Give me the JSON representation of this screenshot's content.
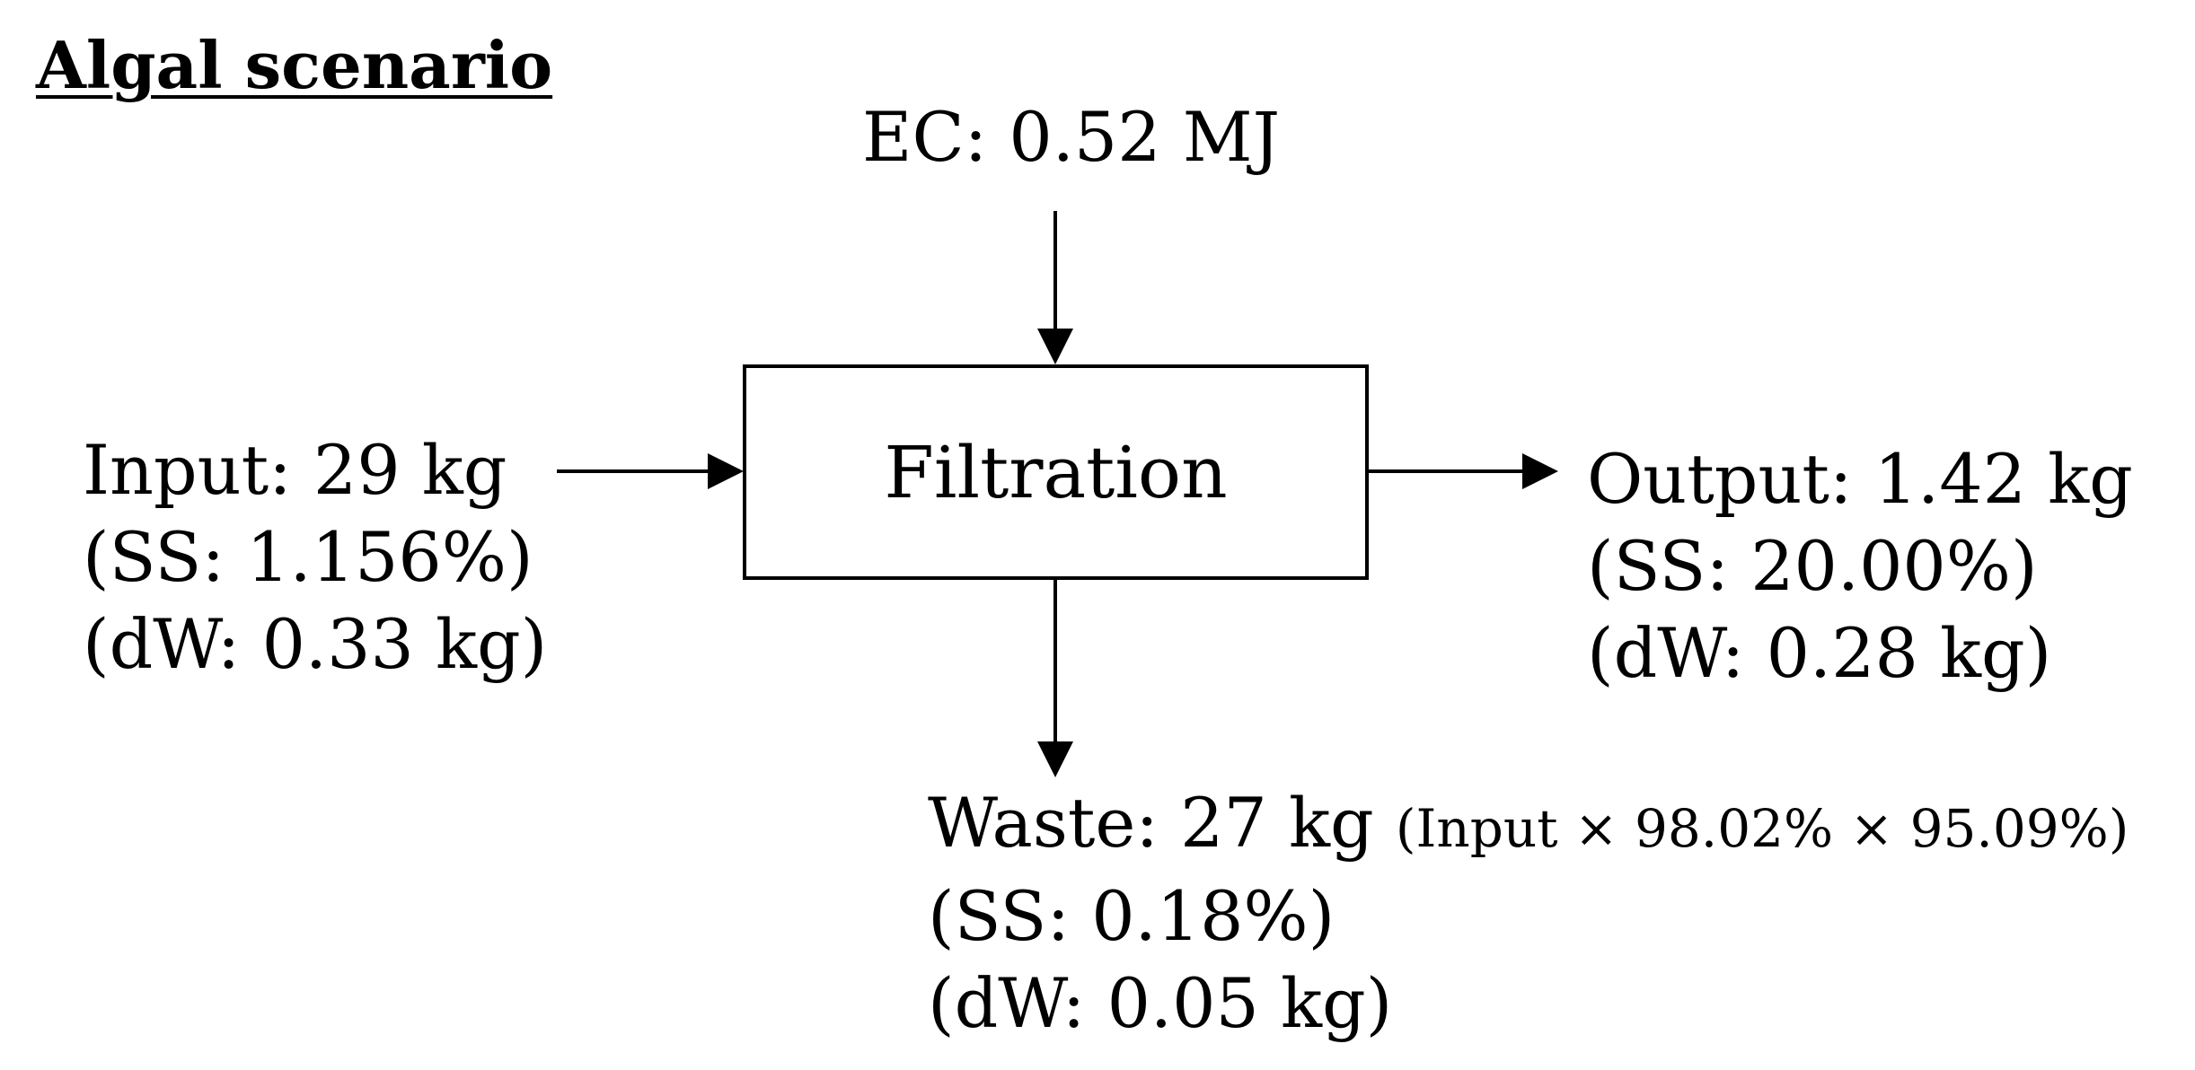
{
  "title": "Algal scenario",
  "process": {
    "label": "Filtration"
  },
  "energy": {
    "label": "EC: 0.52 MJ"
  },
  "input": {
    "mass": "Input: 29 kg",
    "ss": "(SS: 1.156%)",
    "dw": "(dW: 0.33 kg)"
  },
  "output": {
    "mass": "Output: 1.42 kg",
    "ss": "(SS: 20.00%)",
    "dw": "(dW: 0.28 kg)"
  },
  "waste": {
    "mass": "Waste: 27 kg",
    "formula": "(Input × 98.02% × 95.09%)",
    "ss": "(SS: 0.18%)",
    "dw": "(dW: 0.05 kg)"
  }
}
